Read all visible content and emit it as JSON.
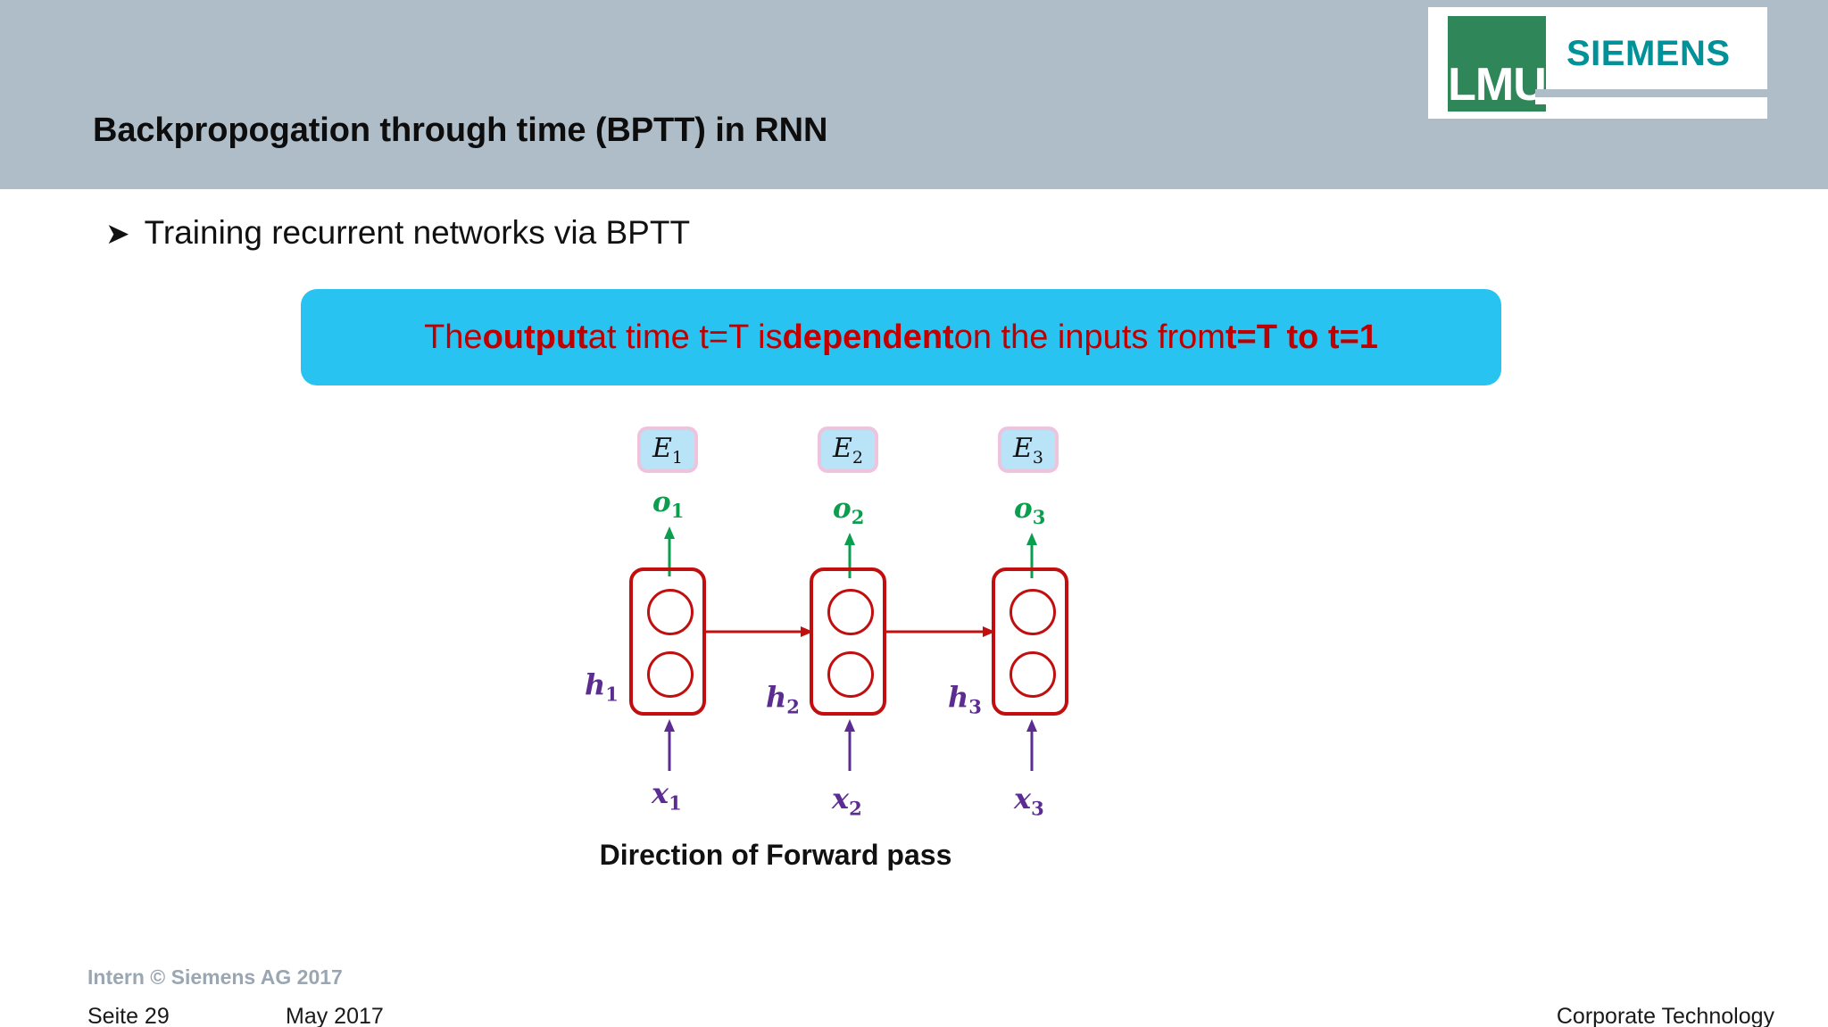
{
  "slide": {
    "title": "Backpropogation through time (BPTT) in RNN",
    "bullet_marker": "➤",
    "bullet_text": "Training recurrent networks via BPTT",
    "caption": "Direction of Forward pass"
  },
  "logo": {
    "lmu_text": "LMU",
    "siemens_text": "SIEMENS",
    "lmu_green": "#2f8659",
    "siemens_teal": "#009199"
  },
  "callout": {
    "bg_color": "#29c3f2",
    "text_color": "#c00000",
    "segments": [
      {
        "text": "The ",
        "bold": false
      },
      {
        "text": "output",
        "bold": true
      },
      {
        "text": " at time t=T is ",
        "bold": false
      },
      {
        "text": "dependent",
        "bold": true
      },
      {
        "text": " on the inputs from ",
        "bold": false
      },
      {
        "text": "t=T to t=1",
        "bold": true
      }
    ],
    "full_text": "The output at time t=T is dependent on the inputs from t=T to t=1"
  },
  "diagram": {
    "error_nodes": [
      {
        "label": "E",
        "sub": "1"
      },
      {
        "label": "E",
        "sub": "2"
      },
      {
        "label": "E",
        "sub": "3"
      }
    ],
    "output_nodes": [
      {
        "label": "o",
        "sub": "1"
      },
      {
        "label": "o",
        "sub": "2"
      },
      {
        "label": "o",
        "sub": "3"
      }
    ],
    "hidden_nodes": [
      {
        "label": "h",
        "sub": "1"
      },
      {
        "label": "h",
        "sub": "2"
      },
      {
        "label": "h",
        "sub": "3"
      }
    ],
    "input_nodes": [
      {
        "label": "x",
        "sub": "1"
      },
      {
        "label": "x",
        "sub": "2"
      },
      {
        "label": "x",
        "sub": "3"
      }
    ],
    "colors": {
      "error_box_fill": "#b9e3f6",
      "error_box_border": "#eec3dd",
      "output_arrow": "#0a9e4e",
      "cell_border": "#c10f0f",
      "recurrent_arrow": "#c10f0f",
      "input_arrow": "#5b2d91",
      "hidden_label": "#5b2d91"
    }
  },
  "footer": {
    "copyright": "Intern © Siemens AG 2017",
    "page": "Seite 29",
    "date": "May 2017",
    "department": "Corporate Technology"
  },
  "theme": {
    "header_band": "#aebdc8",
    "page_background": "#ffffff"
  }
}
